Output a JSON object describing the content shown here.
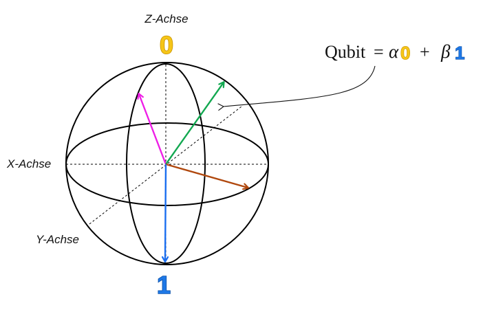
{
  "labels": {
    "z_axis": "Z-Achse",
    "x_axis": "X-Achse",
    "y_axis": "Y-Achse",
    "state_zero": "0",
    "state_one": "1"
  },
  "formula": {
    "prefix": "Qubit",
    "equals": "=",
    "alpha": "α",
    "zero": "0",
    "plus": "+",
    "beta": "β",
    "one": "1"
  },
  "colors": {
    "zero_fill": "#f5c518",
    "zero_stroke": "#c89200",
    "one_fill": "#1e78e6",
    "one_stroke": "#0a4fa8",
    "vector_magenta": "#ee1ee6",
    "vector_green": "#12a850",
    "vector_brown": "#b0480e",
    "vector_blue": "#1a6ef0"
  },
  "icons": {
    "sphere": "bloch-sphere",
    "pointer": "curved-arrow"
  }
}
